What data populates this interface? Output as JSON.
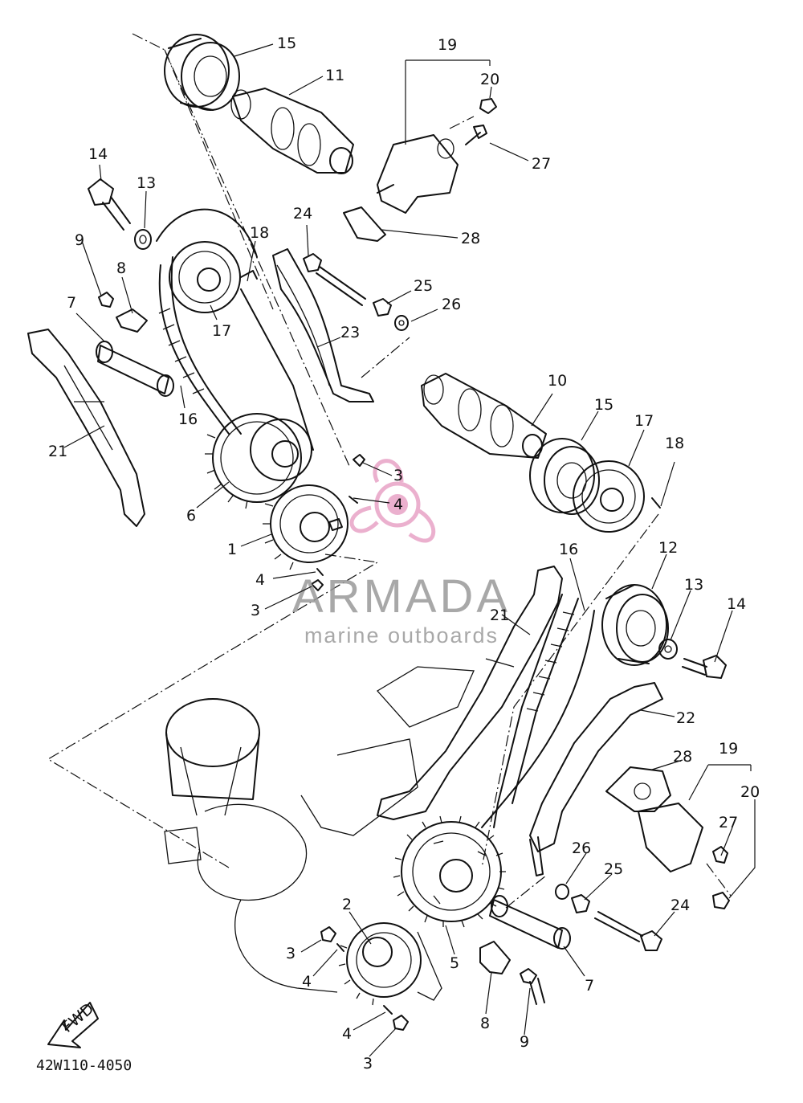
{
  "diagram": {
    "reference_code": "42W110-4050",
    "fwd_label": "FWD",
    "callouts": [
      {
        "id": "c15a",
        "text": "15"
      },
      {
        "id": "c11",
        "text": "11"
      },
      {
        "id": "c19a",
        "text": "19"
      },
      {
        "id": "c20a",
        "text": "20"
      },
      {
        "id": "c27a",
        "text": "27"
      },
      {
        "id": "c28a",
        "text": "28"
      },
      {
        "id": "c14a",
        "text": "14"
      },
      {
        "id": "c13a",
        "text": "13"
      },
      {
        "id": "c24a",
        "text": "24"
      },
      {
        "id": "c18a",
        "text": "18"
      },
      {
        "id": "c9a",
        "text": "9"
      },
      {
        "id": "c8a",
        "text": "8"
      },
      {
        "id": "c25a",
        "text": "25"
      },
      {
        "id": "c26a",
        "text": "26"
      },
      {
        "id": "c7a",
        "text": "7"
      },
      {
        "id": "c17a",
        "text": "17"
      },
      {
        "id": "c23",
        "text": "23"
      },
      {
        "id": "c16a",
        "text": "16"
      },
      {
        "id": "c10",
        "text": "10"
      },
      {
        "id": "c15b",
        "text": "15"
      },
      {
        "id": "c17b",
        "text": "17"
      },
      {
        "id": "c21a",
        "text": "21"
      },
      {
        "id": "c18b",
        "text": "18"
      },
      {
        "id": "c3a",
        "text": "3"
      },
      {
        "id": "c4a",
        "text": "4"
      },
      {
        "id": "c6",
        "text": "6"
      },
      {
        "id": "c1",
        "text": "1"
      },
      {
        "id": "c16b",
        "text": "16"
      },
      {
        "id": "c12",
        "text": "12"
      },
      {
        "id": "c4b",
        "text": "4"
      },
      {
        "id": "c21b",
        "text": "21"
      },
      {
        "id": "c13b",
        "text": "13"
      },
      {
        "id": "c14b",
        "text": "14"
      },
      {
        "id": "c3b",
        "text": "3"
      },
      {
        "id": "c22",
        "text": "22"
      },
      {
        "id": "c19b",
        "text": "19"
      },
      {
        "id": "c28b",
        "text": "28"
      },
      {
        "id": "c20b",
        "text": "20"
      },
      {
        "id": "c27b",
        "text": "27"
      },
      {
        "id": "c26b",
        "text": "26"
      },
      {
        "id": "c25b",
        "text": "25"
      },
      {
        "id": "c24b",
        "text": "24"
      },
      {
        "id": "c2",
        "text": "2"
      },
      {
        "id": "c3c",
        "text": "3"
      },
      {
        "id": "c4c",
        "text": "4"
      },
      {
        "id": "c5",
        "text": "5"
      },
      {
        "id": "c7b",
        "text": "7"
      },
      {
        "id": "c8b",
        "text": "8"
      },
      {
        "id": "c9b",
        "text": "9"
      },
      {
        "id": "c4d",
        "text": "4"
      },
      {
        "id": "c3d",
        "text": "3"
      }
    ]
  },
  "watermark": {
    "title": "ARMADA",
    "subtitle": "marine outboards",
    "color": "#e8a3c6",
    "text_color": "#9a9a9a"
  }
}
